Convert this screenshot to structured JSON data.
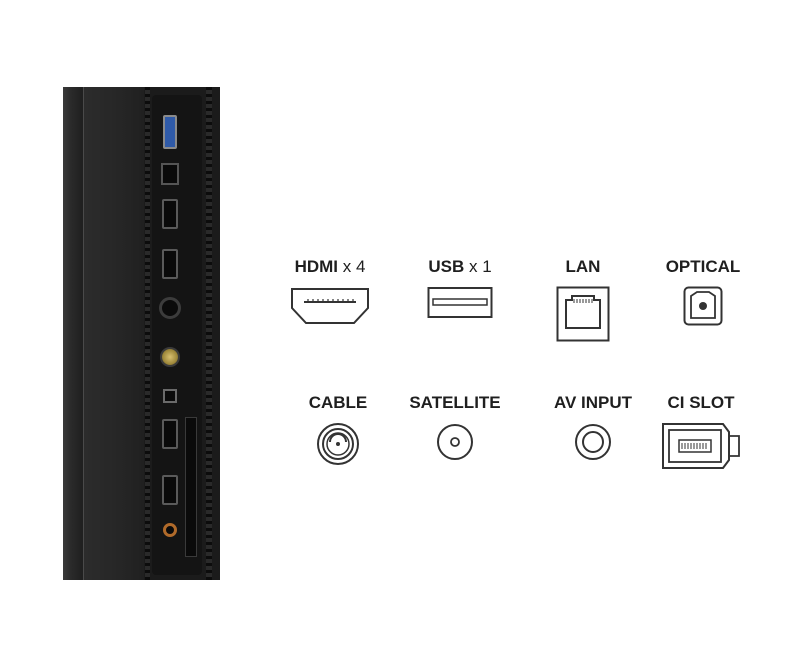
{
  "connectivity": {
    "row1": [
      {
        "name": "HDMI",
        "count": "x 4",
        "icon": "hdmi-icon"
      },
      {
        "name": "USB",
        "count": "x 1",
        "icon": "usb-icon"
      },
      {
        "name": "LAN",
        "icon": "lan-icon"
      },
      {
        "name": "OPTICAL",
        "icon": "optical-icon"
      }
    ],
    "row2": [
      {
        "name": "CABLE",
        "icon": "cable-icon"
      },
      {
        "name": "SATELLITE",
        "icon": "satellite-icon"
      },
      {
        "name": "AV INPUT",
        "icon": "av-input-icon"
      },
      {
        "name": "CI SLOT",
        "icon": "ci-slot-icon"
      }
    ]
  },
  "colors": {
    "text": "#1f1f1f",
    "icon_stroke": "#333333",
    "tv_body": "#1b1b1b",
    "usb_port": "#2f5aa8",
    "av_port": "#b06a2a"
  }
}
